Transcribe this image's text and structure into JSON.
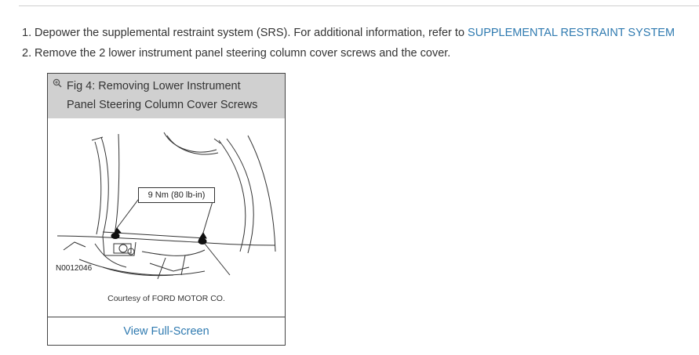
{
  "steps": [
    {
      "number": "1.",
      "text": "Depower the supplemental restraint system (SRS). For additional information, refer to ",
      "link": "SUPPLEMENTAL RESTRAINT SYSTEM"
    },
    {
      "number": "2.",
      "text": "Remove the 2 lower instrument panel steering column cover screws and the cover."
    }
  ],
  "figure": {
    "zoom_icon": "zoom-in-icon",
    "title_line1": "Fig 4: Removing Lower Instrument",
    "title_line2": "Panel Steering Column Cover Screws",
    "callout": "9 Nm (80 lb-in)",
    "drawing_id": "N0012046",
    "courtesy": "Courtesy of FORD MOTOR CO.",
    "view_full_screen": "View Full-Screen"
  },
  "colors": {
    "link": "#2f7ab0",
    "figure_header": "#d0d0d0",
    "text": "#333333"
  }
}
